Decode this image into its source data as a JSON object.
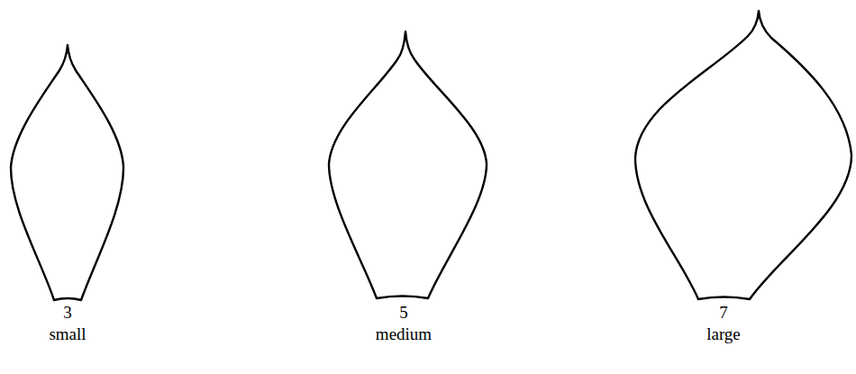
{
  "diagram": {
    "labels": [
      "3",
      "small",
      "5",
      "medium",
      "7",
      "large"
    ]
  }
}
